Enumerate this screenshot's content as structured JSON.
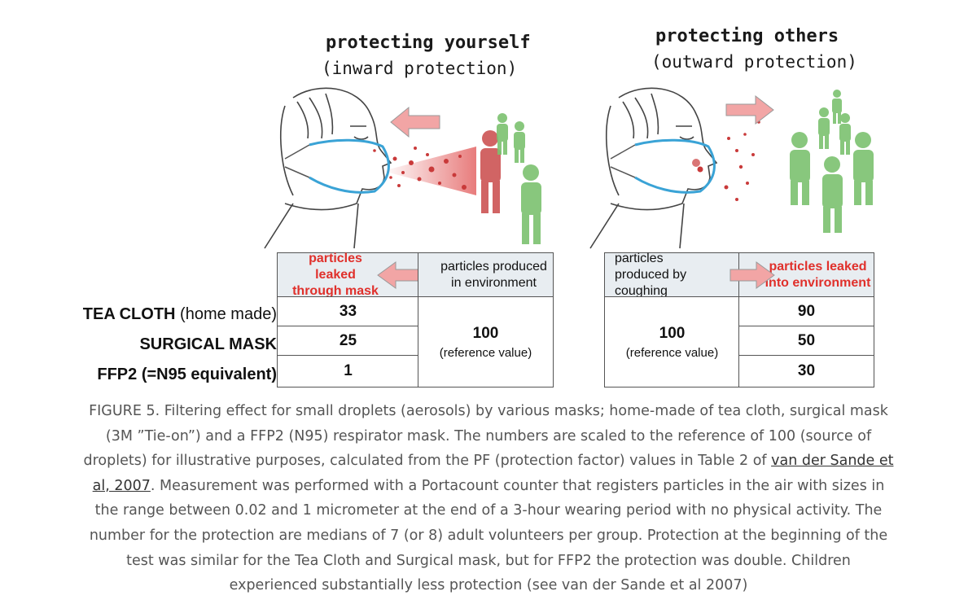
{
  "panels": {
    "inward": {
      "title": "protecting yourself",
      "subtitle": "(inward protection)"
    },
    "outward": {
      "title": "protecting others",
      "subtitle": "(outward protection)"
    }
  },
  "left_table": {
    "header_leaked": "particles leaked through mask",
    "header_produced": "particles produced in environment",
    "rows": [
      {
        "label_bold": "TEA CLOTH",
        "label_rest": " (home made)",
        "value": "33"
      },
      {
        "label_bold": "SURGICAL MASK",
        "label_rest": "",
        "value": "25"
      },
      {
        "label_bold": "FFP2 (=N95 equivalent)",
        "label_rest": "",
        "value": "1"
      }
    ],
    "reference": {
      "value": "100",
      "note": "(reference value)"
    }
  },
  "right_table": {
    "header_produced": "particles produced by coughing",
    "header_leaked": "particles leaked into environment",
    "values": [
      "90",
      "50",
      "30"
    ],
    "reference": {
      "value": "100",
      "note": "(reference value)"
    }
  },
  "caption": {
    "text_before_link": "FIGURE 5. Filtering effect for small droplets (aerosols) by various masks; home-made of tea cloth, surgical mask (3M ”Tie-on”) and a FFP2 (N95) respirator mask. The numbers are scaled to the reference of 100 (source of droplets) for illustrative purposes, calculated from the PF (protection factor) values in Table 2 of ",
    "link_text": "van der Sande et al, 2007",
    "text_after_link": ". Measurement was performed with a Portacount counter that registers particles in the air with sizes in the range between 0.02 and 1 micrometer at the end of a 3-hour wearing period with no physical activity. The number for the protection are medians of 7 (or 8) adult volunteers per group. Protection at the beginning of the test was similar for the Tea Cloth and Surgical mask, but for FFP2 the protection was double. Children experienced substantially less protection (see van der Sande et al 2007)"
  },
  "colors": {
    "arrow_fill": "#f2a5a5",
    "leaked_text": "#e0302b",
    "header_bg": "#e8edf1",
    "person_green": "#7cc16f",
    "person_red": "#c94a4a",
    "mask_blue": "#3aa3d6"
  }
}
